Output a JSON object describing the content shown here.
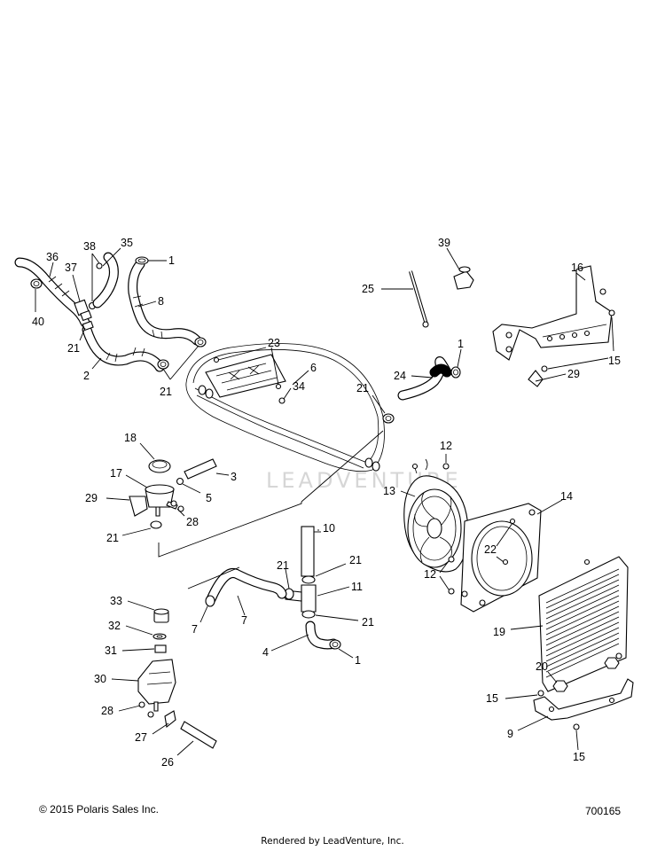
{
  "watermark": "LEADVENTURE",
  "copyright": "© 2015 Polaris Sales Inc.",
  "diagram_number": "700165",
  "rendered_by": "Rendered by LeadVenture, Inc.",
  "callouts": [
    "1",
    "36",
    "38",
    "35",
    "37",
    "40",
    "8",
    "21",
    "2",
    "21",
    "23",
    "6",
    "34",
    "39",
    "25",
    "16",
    "15",
    "29",
    "1",
    "24",
    "21",
    "12",
    "18",
    "3",
    "17",
    "5",
    "29",
    "28",
    "21",
    "10",
    "13",
    "14",
    "22",
    "12",
    "21",
    "21",
    "11",
    "21",
    "7",
    "33",
    "32",
    "31",
    "30",
    "28",
    "27",
    "26",
    "4",
    "1",
    "19",
    "20",
    "15",
    "9",
    "15"
  ]
}
